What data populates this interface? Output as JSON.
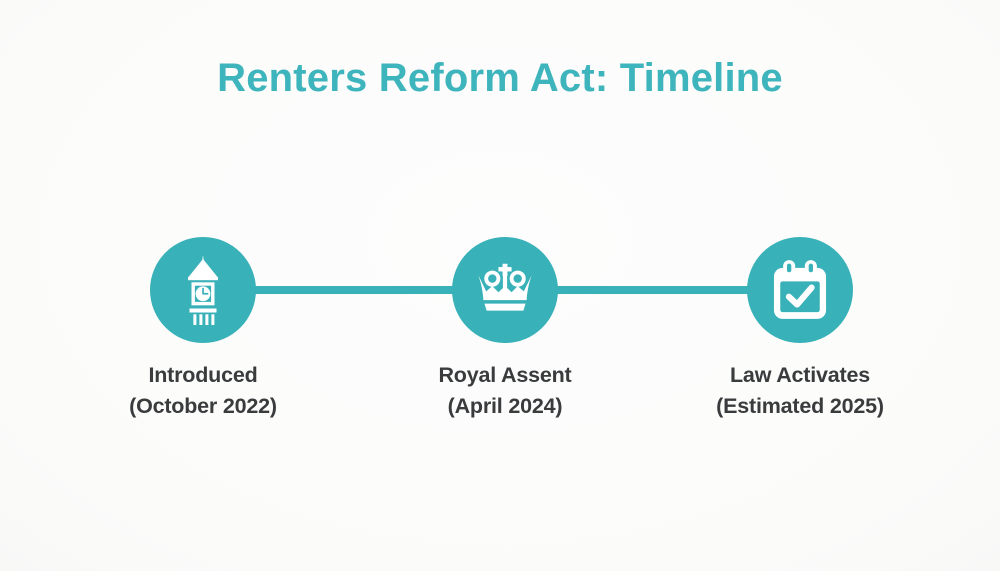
{
  "title": "Renters Reform Act: Timeline",
  "colors": {
    "accent_teal": "#38B1B8",
    "title_teal": "#3EB4BC",
    "label_text": "#393B3D",
    "background": "#FCFCFB",
    "icon_fill": "#FFFFFF"
  },
  "timeline": {
    "milestones": [
      {
        "icon": "big-ben-icon",
        "label": "Introduced",
        "sublabel": "(October 2022)"
      },
      {
        "icon": "crown-icon",
        "label": "Royal Assent",
        "sublabel": "(April 2024)"
      },
      {
        "icon": "calendar-check-icon",
        "label": "Law Activates",
        "sublabel": "(Estimated 2025)"
      }
    ]
  }
}
